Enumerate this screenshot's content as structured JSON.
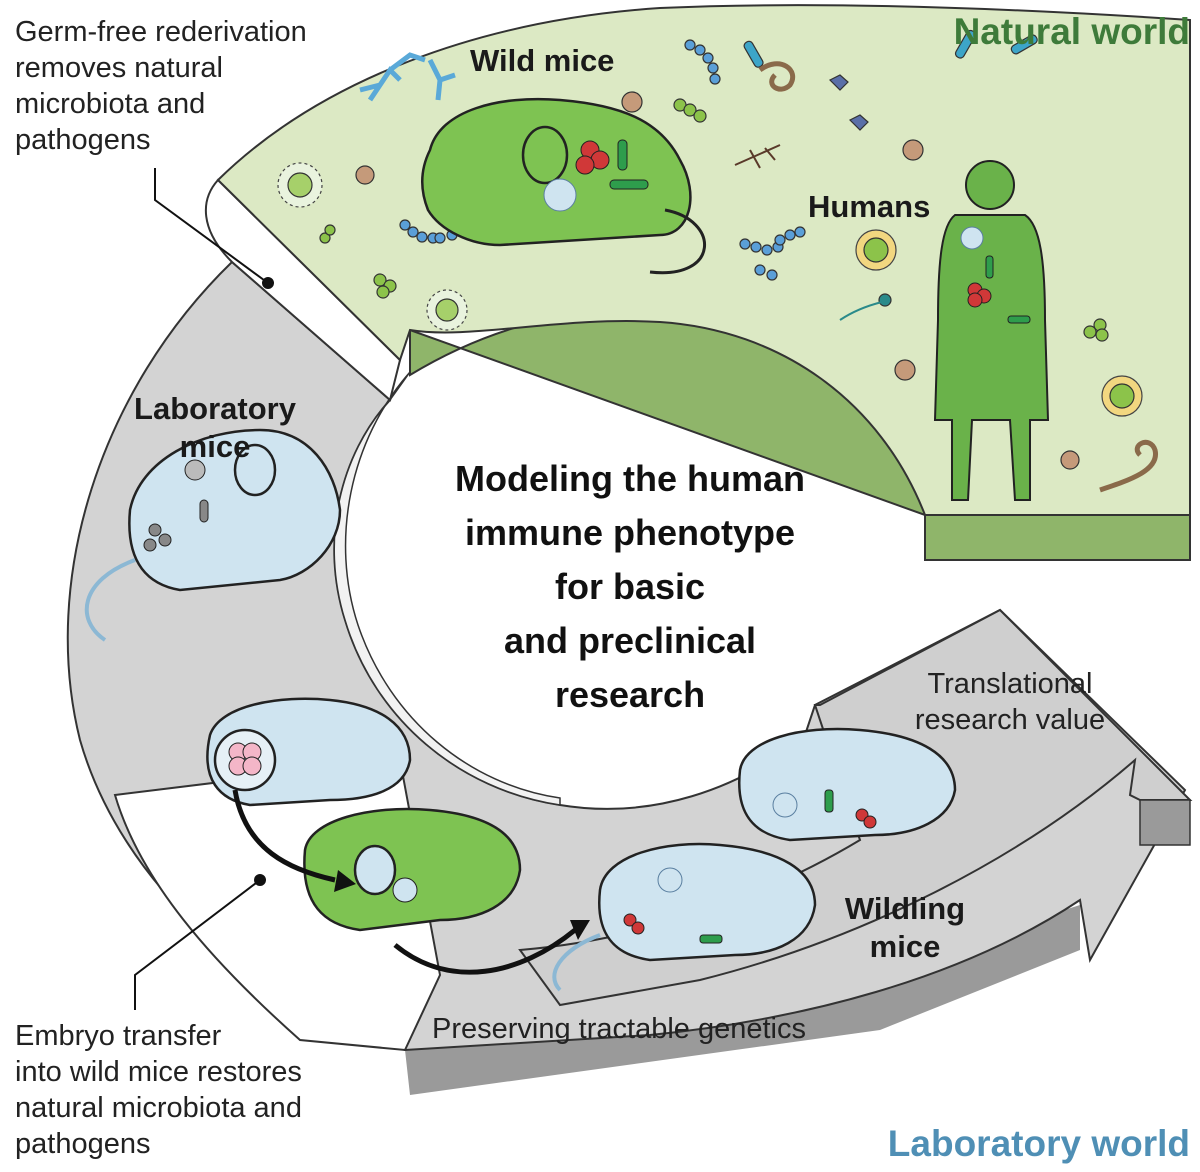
{
  "worlds": {
    "natural": "Natural world",
    "laboratory": "Laboratory world"
  },
  "labels": {
    "wild_mice": "Wild mice",
    "humans": "Humans",
    "laboratory_mice": [
      "Laboratory",
      "mice"
    ],
    "wildling_mice": [
      "Wildling",
      "mice"
    ]
  },
  "annotations": {
    "germ_free": [
      "Germ-free rederivation",
      "removes natural",
      "microbiota and",
      "pathogens"
    ],
    "embryo_transfer": [
      "Embryo transfer",
      "into wild mice restores",
      "natural microbiota and",
      "pathogens"
    ],
    "translational": [
      "Translational",
      "research value"
    ],
    "preserving": "Preserving tractable genetics"
  },
  "center_title": [
    "Modeling the human",
    "immune phenotype",
    "for basic",
    "and preclinical",
    "research"
  ],
  "colors": {
    "natural_green": "#3e7b3a",
    "lab_blue": "#4f8fb5",
    "natural_fill": "#dce9c4",
    "natural_side": "#8fb56a",
    "lab_fill": "#d3d3d3",
    "lab_side": "#9a9a9a",
    "mouse_green": "#7ec352",
    "mouse_blue": "#cfe4f0"
  }
}
